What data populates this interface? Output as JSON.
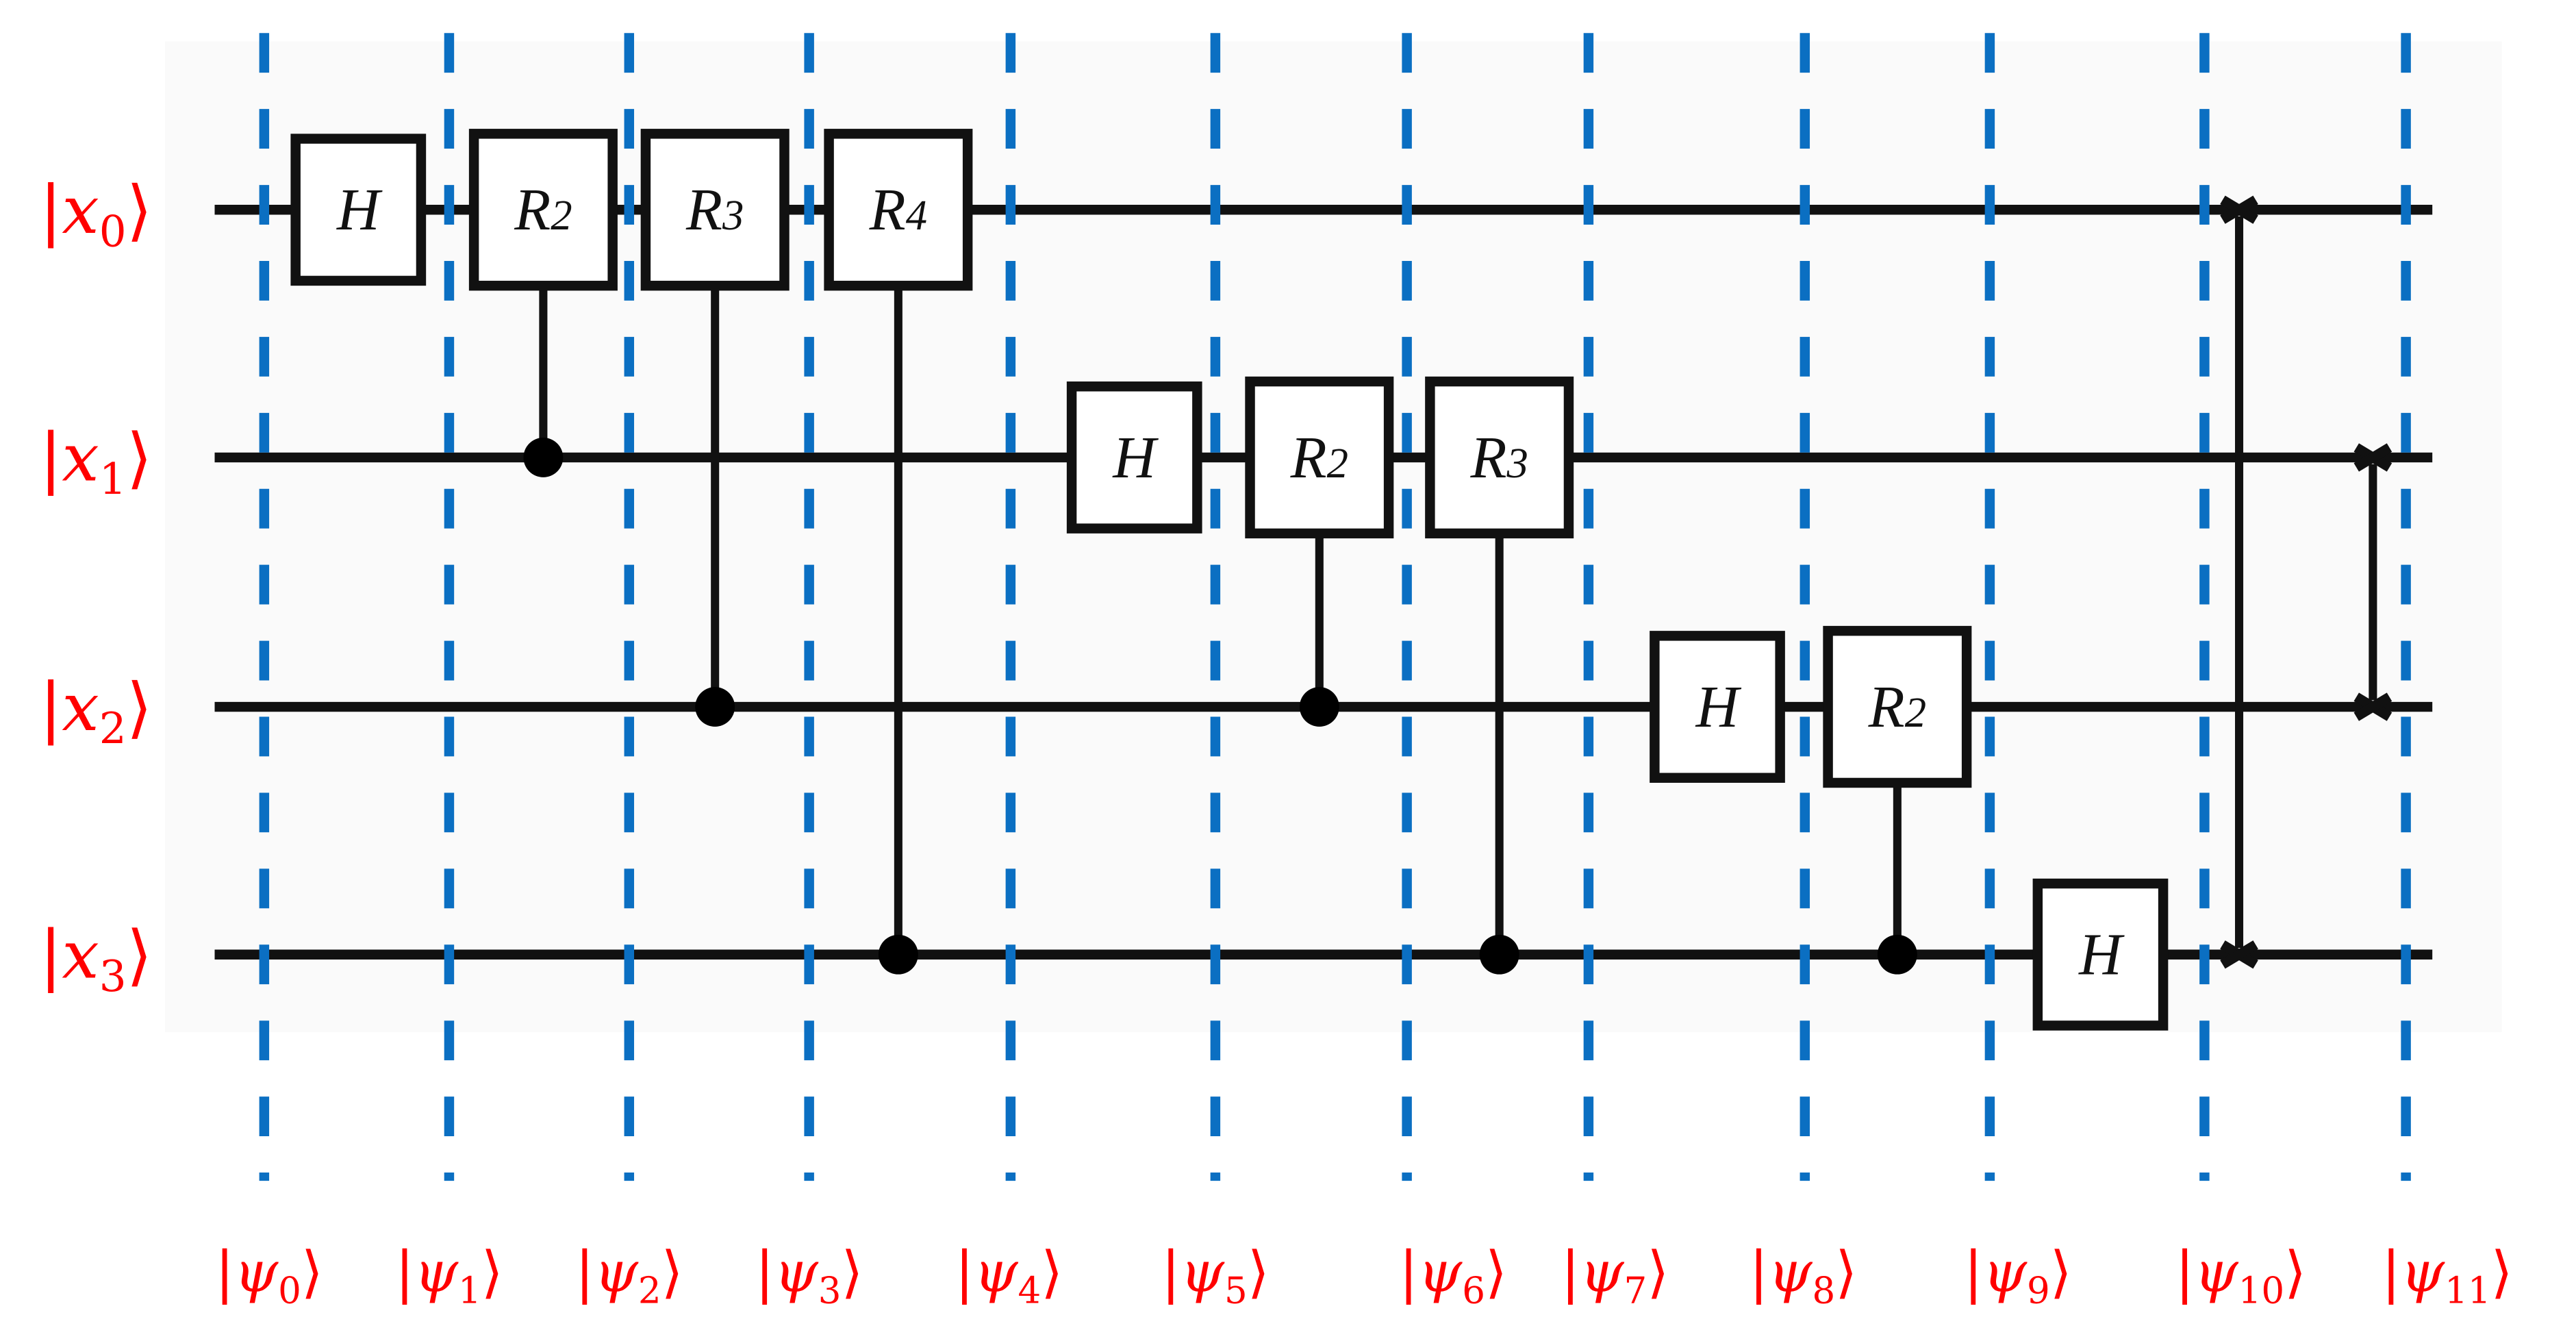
{
  "diagram": {
    "type": "quantum-circuit",
    "title": "Quantum Fourier Transform (4 qubits)",
    "colors": {
      "wire": "#111111",
      "barrier": "#0b6fc2",
      "label": "#ff0000",
      "gate_fill": "#ffffff"
    },
    "qubits": [
      {
        "id": "x0",
        "symbol": "x",
        "index": "0"
      },
      {
        "id": "x1",
        "symbol": "x",
        "index": "1"
      },
      {
        "id": "x2",
        "symbol": "x",
        "index": "2"
      },
      {
        "id": "x3",
        "symbol": "x",
        "index": "3"
      }
    ],
    "states": [
      {
        "symbol": "ψ",
        "index": "0"
      },
      {
        "symbol": "ψ",
        "index": "1"
      },
      {
        "symbol": "ψ",
        "index": "2"
      },
      {
        "symbol": "ψ",
        "index": "3"
      },
      {
        "symbol": "ψ",
        "index": "4"
      },
      {
        "symbol": "ψ",
        "index": "5"
      },
      {
        "symbol": "ψ",
        "index": "6"
      },
      {
        "symbol": "ψ",
        "index": "7"
      },
      {
        "symbol": "ψ",
        "index": "8"
      },
      {
        "symbol": "ψ",
        "index": "9"
      },
      {
        "symbol": "ψ",
        "index": "10"
      },
      {
        "symbol": "ψ",
        "index": "11"
      }
    ],
    "gates": [
      {
        "type": "single",
        "name": "H",
        "sub": "",
        "target": 0,
        "step": 0
      },
      {
        "type": "controlled",
        "name": "R",
        "sub": "2",
        "target": 0,
        "control": 1,
        "step": 1
      },
      {
        "type": "controlled",
        "name": "R",
        "sub": "3",
        "target": 0,
        "control": 2,
        "step": 2
      },
      {
        "type": "controlled",
        "name": "R",
        "sub": "4",
        "target": 0,
        "control": 3,
        "step": 3
      },
      {
        "type": "single",
        "name": "H",
        "sub": "",
        "target": 1,
        "step": 4
      },
      {
        "type": "controlled",
        "name": "R",
        "sub": "2",
        "target": 1,
        "control": 2,
        "step": 5
      },
      {
        "type": "controlled",
        "name": "R",
        "sub": "3",
        "target": 1,
        "control": 3,
        "step": 6
      },
      {
        "type": "single",
        "name": "H",
        "sub": "",
        "target": 2,
        "step": 7
      },
      {
        "type": "controlled",
        "name": "R",
        "sub": "2",
        "target": 2,
        "control": 3,
        "step": 8
      },
      {
        "type": "single",
        "name": "H",
        "sub": "",
        "target": 3,
        "step": 9
      },
      {
        "type": "swap",
        "name": "SWAP",
        "sub": "",
        "qubits": [
          0,
          3
        ],
        "step": 10
      },
      {
        "type": "swap",
        "name": "SWAP",
        "sub": "",
        "qubits": [
          1,
          2
        ],
        "step": 11
      }
    ]
  }
}
